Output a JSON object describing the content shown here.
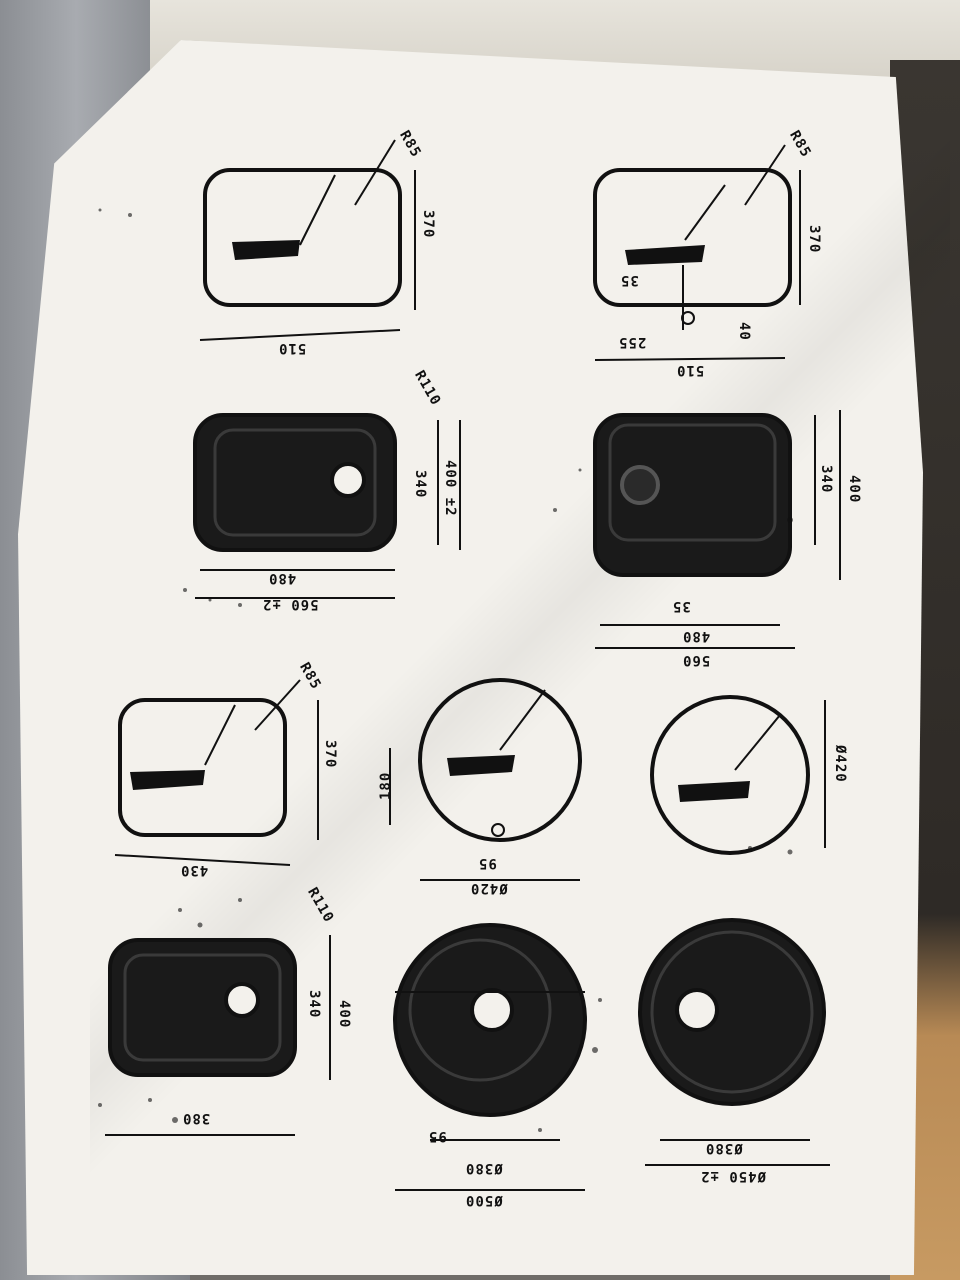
{
  "labels": {
    "d1_width": "510",
    "d1_height": "370",
    "d1_radius": "R85",
    "d2_width": "510",
    "d2_offset": "255",
    "d2_height": "370",
    "d2_radius": "R85",
    "d2_small": "35",
    "d2_small2": "40",
    "d3_inner": "480",
    "d3_outer": "560 ±2",
    "d3_h_inner": "340",
    "d3_h_outer": "400 ±2",
    "d3_radius": "R110",
    "d4_inner": "480",
    "d4_outer": "560",
    "d4_h_inner": "340",
    "d4_h_outer": "400",
    "d4_offset": "35",
    "d5_width": "430",
    "d5_height": "370",
    "d5_radius": "R85",
    "d6_diam": "Ø420",
    "d6_height": "180",
    "d6_small": "95",
    "d7_diam": "Ø420",
    "d8_inner": "380",
    "d8_h_inner": "340",
    "d8_h_outer": "400",
    "d8_radius": "R110",
    "d9_inner": "Ø380",
    "d9_outer": "Ø500",
    "d9_small": "95",
    "d10_inner": "Ø380",
    "d10_outer": "Ø450 ±2"
  }
}
